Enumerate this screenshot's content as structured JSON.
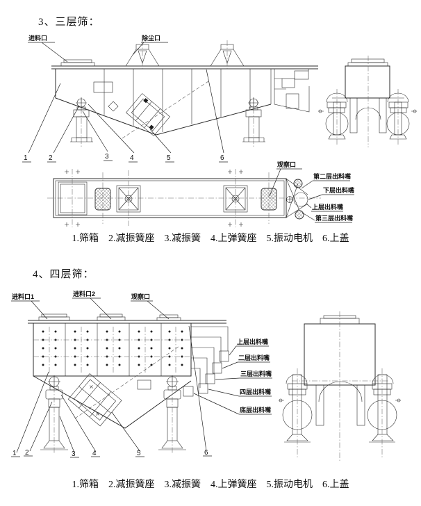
{
  "page": {
    "background": "#ffffff",
    "ink": "#2b2b2b"
  },
  "section_three_layer": {
    "heading": "3、三层筛：",
    "callouts": {
      "feed_inlet": "进料口",
      "dust_port": "除尘口",
      "observation_port": "观察口",
      "second_layer_outlet": "第二层出料嘴",
      "lower_layer_outlet": "下层出料嘴",
      "upper_layer_outlet": "上层出料嘴",
      "third_layer_outlet": "第三层出料嘴"
    },
    "part_numbers": [
      "1",
      "2",
      "3",
      "4",
      "5",
      "6"
    ],
    "caption_items": [
      "1.筛箱",
      "2.减振簧座",
      "3.减振簧",
      "4.上弹簧座",
      "5.振动电机",
      "6.上盖"
    ]
  },
  "section_four_layer": {
    "heading": "4、四层筛：",
    "callouts": {
      "feed_inlet_1": "进料口1",
      "feed_inlet_2": "进料口2",
      "observation_port": "观察口",
      "upper_layer_outlet": "上层出料嘴",
      "second_layer_outlet": "二层出料嘴",
      "third_layer_outlet": "三层出料嘴",
      "fourth_layer_outlet": "四层出料嘴",
      "bottom_layer_outlet": "底层出料嘴"
    },
    "part_numbers": [
      "1",
      "2",
      "3",
      "4",
      "5",
      "6"
    ],
    "caption_items": [
      "1.筛箱",
      "2.减振簧座",
      "3.减振簧",
      "4.上弹簧座",
      "5.振动电机",
      "6.上盖"
    ]
  }
}
